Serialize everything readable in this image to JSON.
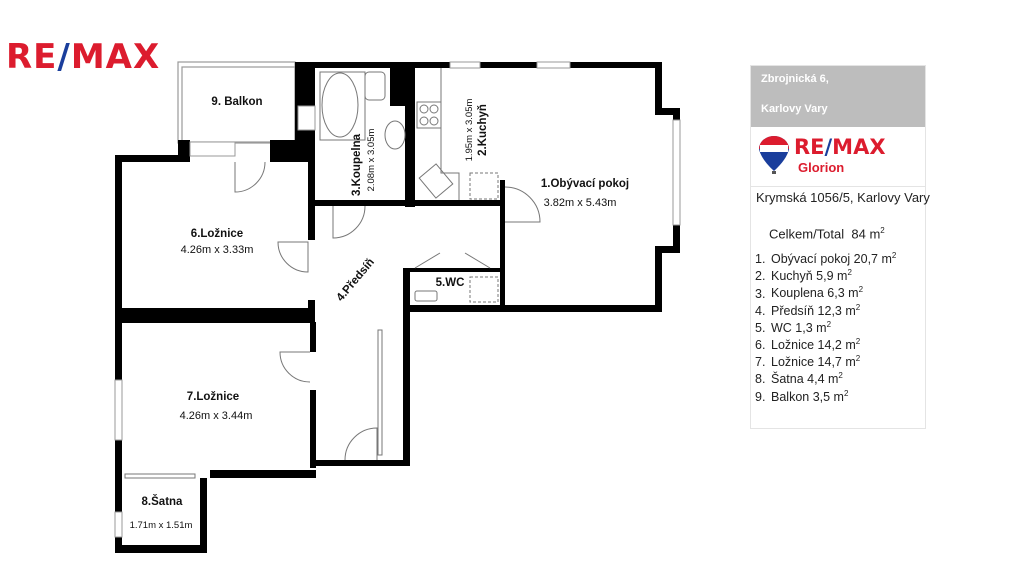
{
  "logo": {
    "text": "RE/MAX",
    "part1": "RE",
    "slash": "/",
    "part2": "MAX"
  },
  "colors": {
    "red": "#dc1c2e",
    "blue": "#1a3e9c",
    "wall": "#000000",
    "address_bg": "#bdbdbd"
  },
  "rooms": {
    "living": {
      "name": "1.Obývací pokoj",
      "dims": "3.82m x 5.43m"
    },
    "kitchen": {
      "name": "2.Kuchyň",
      "dims": "1.95m x 3.05m"
    },
    "bathroom": {
      "name": "3.Koupelna",
      "dims": "2.08m x 3.05m"
    },
    "hallway": {
      "name": "4.Předsíň"
    },
    "wc": {
      "name": "5.WC"
    },
    "bedroom6": {
      "name": "6.Ložnice",
      "dims": "4.26m x 3.33m"
    },
    "bedroom7": {
      "name": "7.Ložnice",
      "dims": "4.26m x 3.44m"
    },
    "closet": {
      "name": "8.Šatna",
      "dims": "1.71m x 1.51m"
    },
    "balcony": {
      "name": "9. Balkon"
    }
  },
  "panel": {
    "address_line1": "Zbrojnická 6,",
    "address_line2": "Karlovy Vary",
    "brand_name": "RE/MAX",
    "brand_part1": "RE",
    "brand_slash": "/",
    "brand_part2": "MAX",
    "brand_sub": "Glorion",
    "office_address": "Krymská 1056/5, Karlovy Vary",
    "total_label": "Celkem/Total",
    "total_value": "84 m",
    "unit_sup": "2",
    "areas": [
      {
        "num": "1.",
        "text": "Obývací pokoj 20,7 m"
      },
      {
        "num": "2.",
        "text": "Kuchyň 5,9 m"
      },
      {
        "num": "3.",
        "text": "Kouplena 6,3 m"
      },
      {
        "num": "4.",
        "text": "Předsíň 12,3 m"
      },
      {
        "num": "5.",
        "text": "WC 1,3 m"
      },
      {
        "num": "6.",
        "text": "Ložnice 14,2 m"
      },
      {
        "num": "7.",
        "text": "Ložnice 14,7 m"
      },
      {
        "num": "8.",
        "text": "Šatna 4,4 m"
      },
      {
        "num": "9.",
        "text": "Balkon 3,5 m"
      }
    ]
  }
}
